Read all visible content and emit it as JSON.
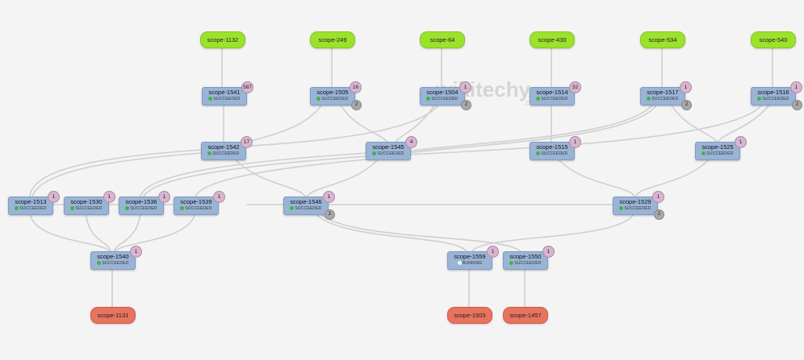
{
  "watermark": {
    "brand": "wikitechy",
    "suffix": ".com"
  },
  "sources": [
    "scope-1132",
    "scope-249",
    "scope-64",
    "scope-430",
    "scope-534",
    "scope-540"
  ],
  "sinks": [
    "scope-1131",
    "scope-1503",
    "scope-1457"
  ],
  "nodes": [
    {
      "name": "scope-1541",
      "status": "SUCCEEDED",
      "tasks": "587"
    },
    {
      "name": "scope-1505",
      "status": "SUCCEEDED",
      "tasks": "16",
      "extra": "2"
    },
    {
      "name": "scope-1504",
      "status": "SUCCEEDED",
      "tasks": "1",
      "extra": "2"
    },
    {
      "name": "scope-1514",
      "status": "SUCCEEDED",
      "tasks": "32"
    },
    {
      "name": "scope-1517",
      "status": "SUCCEEDED",
      "tasks": "1",
      "extra": "2"
    },
    {
      "name": "scope-1516",
      "status": "SUCCEEDED",
      "tasks": "1",
      "extra": "2"
    },
    {
      "name": "scope-1542",
      "status": "SUCCEEDED",
      "tasks": "17"
    },
    {
      "name": "scope-1545",
      "status": "SUCCEEDED",
      "tasks": "4"
    },
    {
      "name": "scope-1515",
      "status": "SUCCEEDED",
      "tasks": "1"
    },
    {
      "name": "scope-1525",
      "status": "SUCCEEDED",
      "tasks": "1"
    },
    {
      "name": "scope-1513",
      "status": "SUCCEEDED",
      "tasks": "1"
    },
    {
      "name": "scope-1530",
      "status": "SUCCEEDED",
      "tasks": "1"
    },
    {
      "name": "scope-1536",
      "status": "SUCCEEDED",
      "tasks": "1"
    },
    {
      "name": "scope-1539",
      "status": "SUCCEEDED",
      "tasks": "1"
    },
    {
      "name": "scope-1546",
      "status": "SUCCEEDED",
      "tasks": "1",
      "extra": "2"
    },
    {
      "name": "scope-1529",
      "status": "SUCCEEDED",
      "tasks": "1",
      "extra": "2"
    },
    {
      "name": "scope-1540",
      "status": "SUCCEEDED",
      "tasks": "1"
    },
    {
      "name": "scope-1559",
      "status": "RUNNING",
      "tasks": "1"
    },
    {
      "name": "scope-1550",
      "status": "SUCCEEDED",
      "tasks": "1"
    }
  ]
}
